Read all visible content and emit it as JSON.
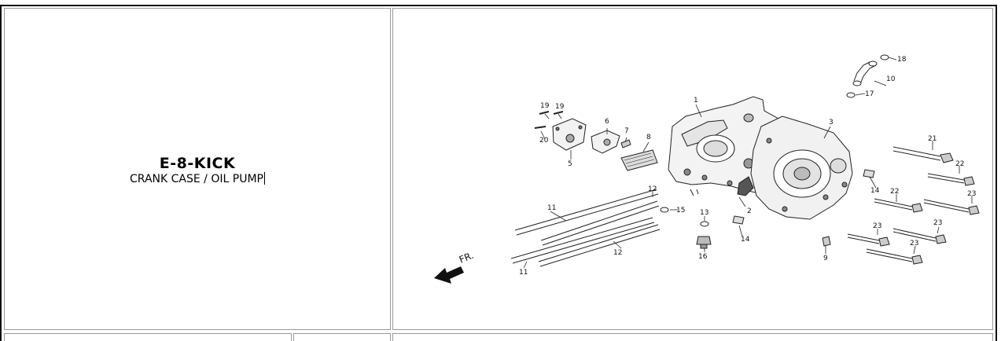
{
  "part": {
    "code": "E-8-KICK",
    "name": "CRANK CASE / OIL PUMP"
  },
  "diagram": {
    "direction_label": "FR.",
    "callouts": {
      "c1": "1",
      "c2": "2",
      "c3": "3",
      "c5": "5",
      "c6": "6",
      "c7": "7",
      "c8": "8",
      "c9": "9",
      "c10": "10",
      "c11a": "11",
      "c11b": "11",
      "c12a": "12",
      "c12b": "12",
      "c13": "13",
      "c14a": "14",
      "c14b": "14",
      "c15": "15",
      "c16": "16",
      "c17": "17",
      "c18": "18",
      "c19a": "19",
      "c19b": "19",
      "c20": "20",
      "c21": "21",
      "c22a": "22",
      "c22b": "22",
      "c23a": "23",
      "c23b": "23",
      "c23c": "23",
      "c23d": "23"
    }
  }
}
